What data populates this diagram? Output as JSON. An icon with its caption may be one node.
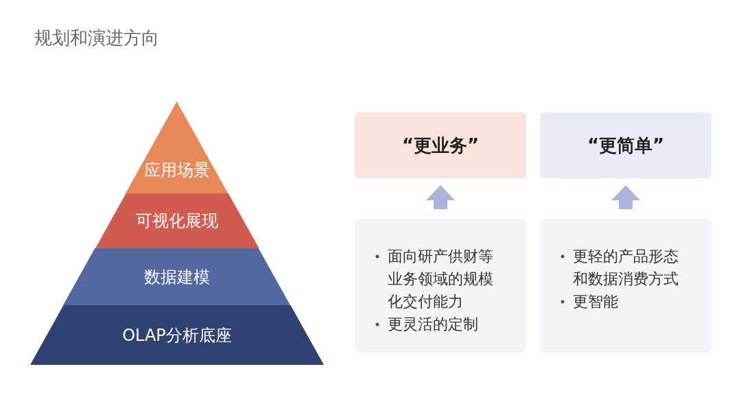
{
  "diagram": {
    "title": "规划和演进方向",
    "nodes": [
      {
        "text": [
          "应用场景"
        ]
      },
      {
        "text": [
          "可视化展现"
        ]
      },
      {
        "text": [
          "数据建模"
        ]
      },
      {
        "text": [
          "OLAP分析底座"
        ]
      },
      {
        "text": [
          "“更业务”"
        ]
      },
      {
        "text": [
          "“更简单”"
        ]
      },
      {
        "text": [
          "面向研产供财等业务领域的规模化交付能力",
          "更灵活的定制"
        ]
      },
      {
        "text": [
          "更轻的产品形态和数据消费方式",
          "更智能"
        ]
      }
    ],
    "edges": [
      {
        "from": 6,
        "to": 4,
        "arrow": "to"
      },
      {
        "from": 7,
        "to": 5,
        "arrow": "to"
      }
    ]
  }
}
